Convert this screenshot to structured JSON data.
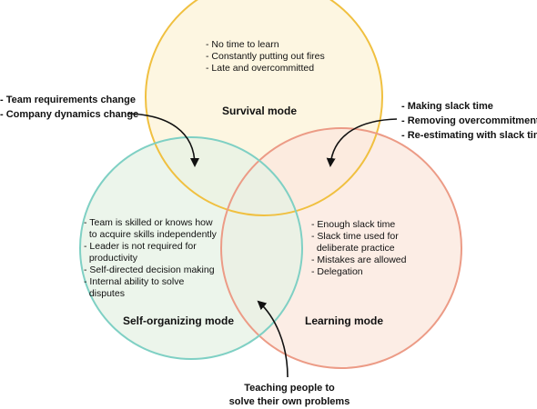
{
  "colors": {
    "survival_stroke": "#f0c040",
    "survival_fill": "#fdf5dc",
    "learning_stroke": "#ec9b86",
    "learning_fill": "#fbe8df",
    "selforg_stroke": "#7fd0c4",
    "selforg_fill": "#e6f1e4",
    "overlap_fill": "#e6ebd6",
    "text": "#111111",
    "arrow": "#111111"
  },
  "circles": {
    "survival": {
      "title": "Survival mode",
      "items": [
        "- No time to learn",
        "- Constantly putting out fires",
        "- Late and overcommitted"
      ]
    },
    "selforg": {
      "title": "Self-organizing mode",
      "items": [
        "- Team is skilled or knows how",
        "  to acquire skills independently",
        "- Leader is not required for",
        "  productivity",
        "- Self-directed decision making",
        "- Internal ability to solve",
        "  disputes"
      ]
    },
    "learning": {
      "title": "Learning mode",
      "items": [
        "- Enough slack time",
        "- Slack time used for",
        "  deliberate practice",
        "- Mistakes are allowed",
        "- Delegation"
      ]
    }
  },
  "callouts": {
    "left": [
      "- Team requirements change",
      "- Company dynamics change"
    ],
    "right": [
      "- Making slack time",
      "- Removing overcommitment",
      "- Re-estimating with slack time"
    ],
    "bottom": [
      "Teaching people to",
      "solve their own problems"
    ]
  }
}
